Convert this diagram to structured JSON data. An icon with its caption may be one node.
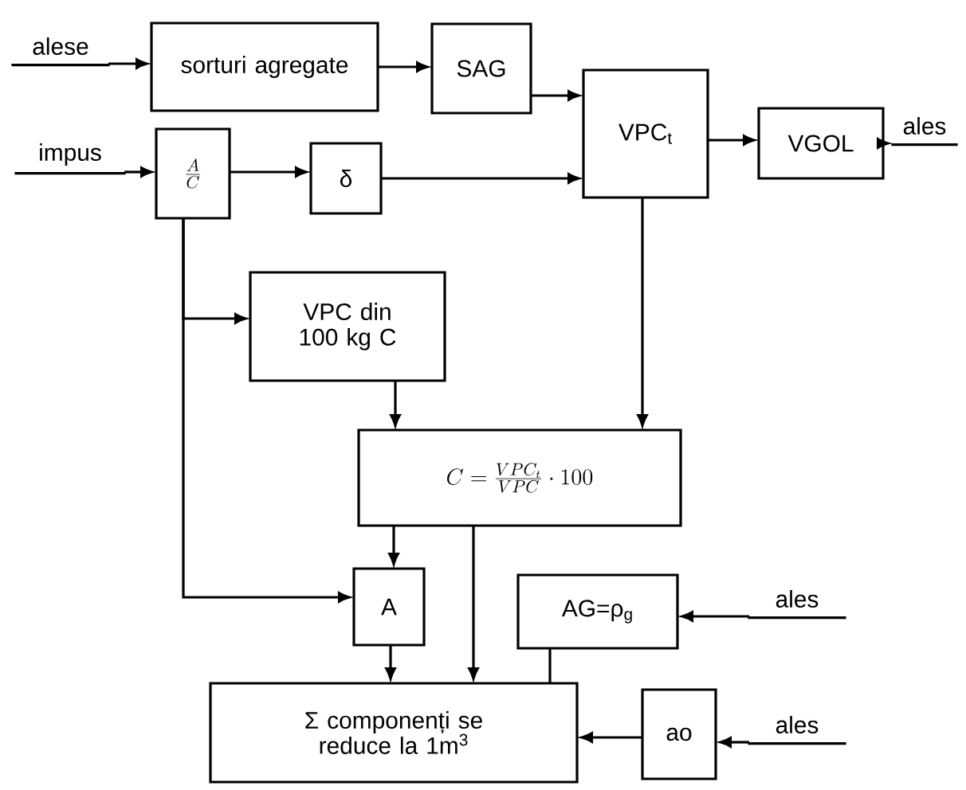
{
  "diagram": {
    "nodes": [
      {
        "text": [
          "sorturi agregate"
        ]
      },
      {
        "text": [
          "SAG"
        ]
      },
      {
        "text": [
          "VPC$_{t}$"
        ]
      },
      {
        "text": [
          "VGOL"
        ]
      },
      {
        "text": [
          "\\frac{A}{C}"
        ]
      },
      {
        "text": [
          "δ"
        ]
      },
      {
        "text": [
          "VPC din 100 kg C"
        ]
      },
      {
        "text": [
          "C=\\frac{VPC_{t}}{VPC}\\cdot 100"
        ]
      },
      {
        "text": [
          "A"
        ]
      },
      {
        "text": [
          "AG=ρ$_{g}$"
        ]
      },
      {
        "text": [
          "Σ componenți se reduce la 1m$^{3}$"
        ]
      },
      {
        "text": [
          "ao"
        ]
      },
      {
        "text": [
          "alese"
        ]
      },
      {
        "text": [
          "impus"
        ]
      },
      {
        "text": [
          "ales"
        ]
      },
      {
        "text": [
          "ales"
        ]
      },
      {
        "text": [
          "ales"
        ]
      }
    ],
    "edges": [
      {
        "from": 12,
        "to": 0,
        "arrow": "to"
      },
      {
        "from": 0,
        "to": 1,
        "arrow": "to"
      },
      {
        "from": 1,
        "to": 2,
        "arrow": "to"
      },
      {
        "from": 13,
        "to": 4,
        "arrow": "to"
      },
      {
        "from": 4,
        "to": 5,
        "arrow": "to"
      },
      {
        "from": 5,
        "to": 2,
        "arrow": "to"
      },
      {
        "from": 2,
        "to": 3,
        "arrow": "to"
      },
      {
        "from": 3,
        "to": 14,
        "arrow": "to"
      },
      {
        "from": 4,
        "to": 6,
        "arrow": "to"
      },
      {
        "from": 4,
        "to": 8,
        "arrow": "to"
      },
      {
        "from": 6,
        "to": 7,
        "arrow": "to"
      },
      {
        "from": 2,
        "to": 7,
        "arrow": "to"
      },
      {
        "from": 7,
        "to": 8,
        "arrow": "to"
      },
      {
        "from": 7,
        "to": 10,
        "arrow": "to"
      },
      {
        "from": 8,
        "to": 10,
        "arrow": "to"
      },
      {
        "from": 9,
        "to": 10,
        "arrow": "none"
      },
      {
        "from": 15,
        "to": 9,
        "arrow": "to"
      },
      {
        "from": 11,
        "to": 10,
        "arrow": "to"
      },
      {
        "from": 16,
        "to": 11,
        "arrow": "to"
      }
    ]
  }
}
